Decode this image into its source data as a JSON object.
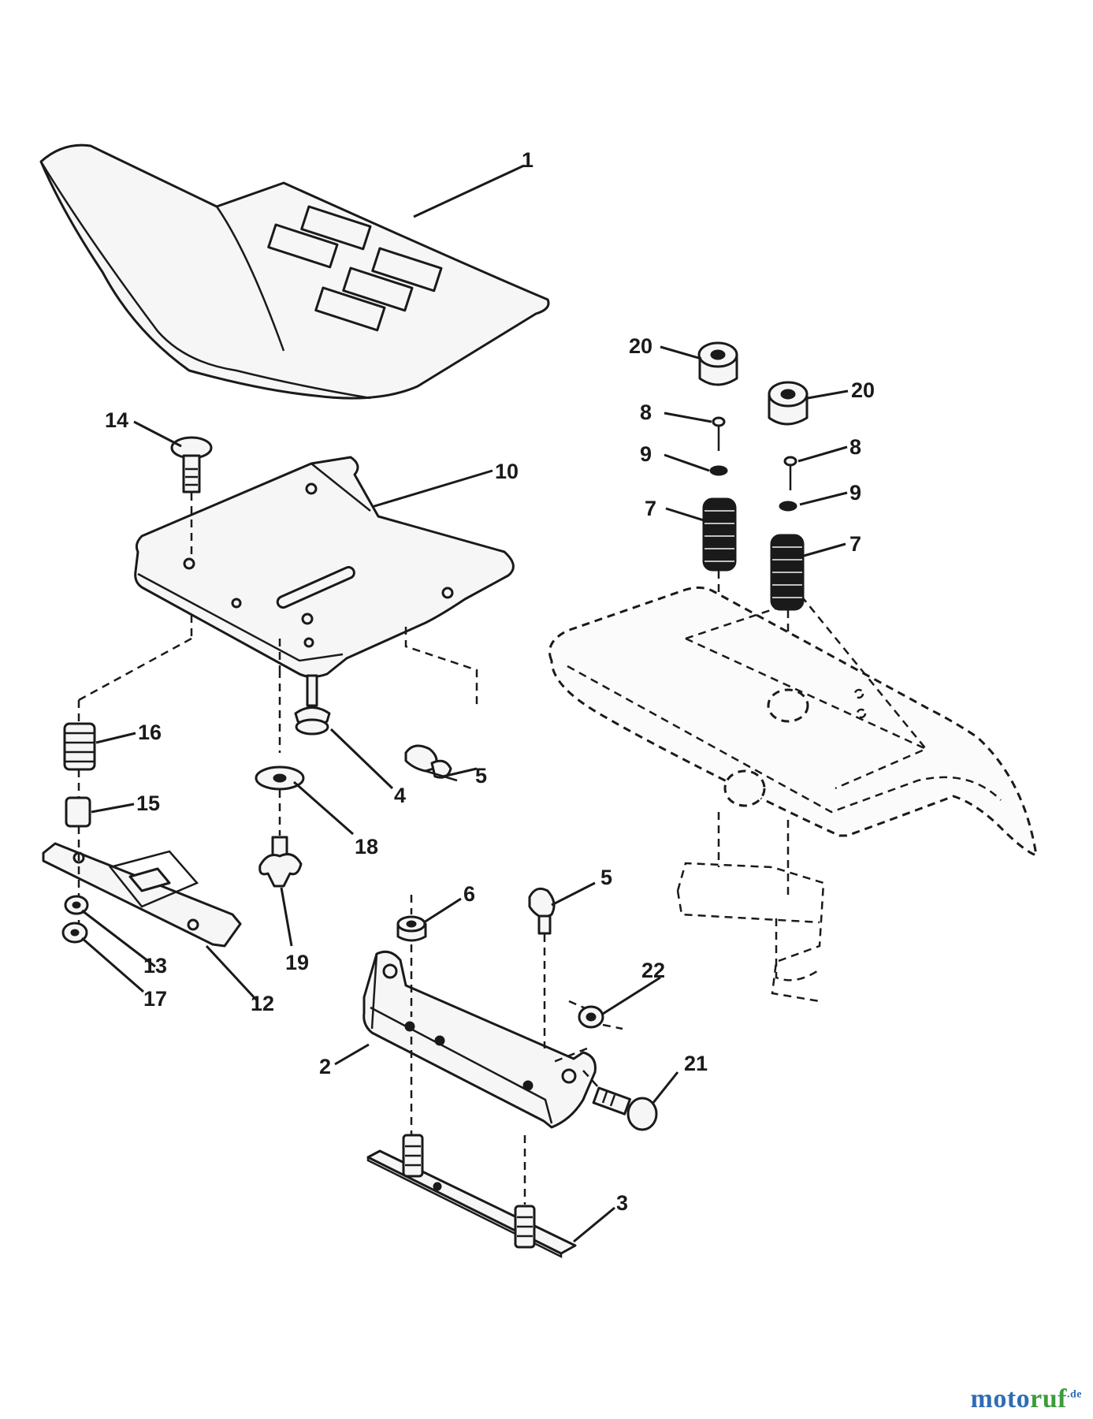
{
  "diagram": {
    "callouts": [
      {
        "id": "c1",
        "label": "1"
      },
      {
        "id": "c20a",
        "label": "20"
      },
      {
        "id": "c20b",
        "label": "20"
      },
      {
        "id": "c8a",
        "label": "8"
      },
      {
        "id": "c8b",
        "label": "8"
      },
      {
        "id": "c9a",
        "label": "9"
      },
      {
        "id": "c9b",
        "label": "9"
      },
      {
        "id": "c7a",
        "label": "7"
      },
      {
        "id": "c7b",
        "label": "7"
      },
      {
        "id": "c14",
        "label": "14"
      },
      {
        "id": "c10",
        "label": "10"
      },
      {
        "id": "c16",
        "label": "16"
      },
      {
        "id": "c15",
        "label": "15"
      },
      {
        "id": "c4",
        "label": "4"
      },
      {
        "id": "c5a",
        "label": "5"
      },
      {
        "id": "c18",
        "label": "18"
      },
      {
        "id": "c19",
        "label": "19"
      },
      {
        "id": "c13",
        "label": "13"
      },
      {
        "id": "c17",
        "label": "17"
      },
      {
        "id": "c12",
        "label": "12"
      },
      {
        "id": "c6",
        "label": "6"
      },
      {
        "id": "c5b",
        "label": "5"
      },
      {
        "id": "c22",
        "label": "22"
      },
      {
        "id": "c2",
        "label": "2"
      },
      {
        "id": "c21",
        "label": "21"
      },
      {
        "id": "c3",
        "label": "3"
      }
    ]
  },
  "watermark": {
    "part1": "moto",
    "part2": "ruf",
    "tld": ".de"
  },
  "colors": {
    "line": "#1a1a1a",
    "brand_blue": "#2f6db3",
    "brand_green": "#3d9b3d"
  }
}
